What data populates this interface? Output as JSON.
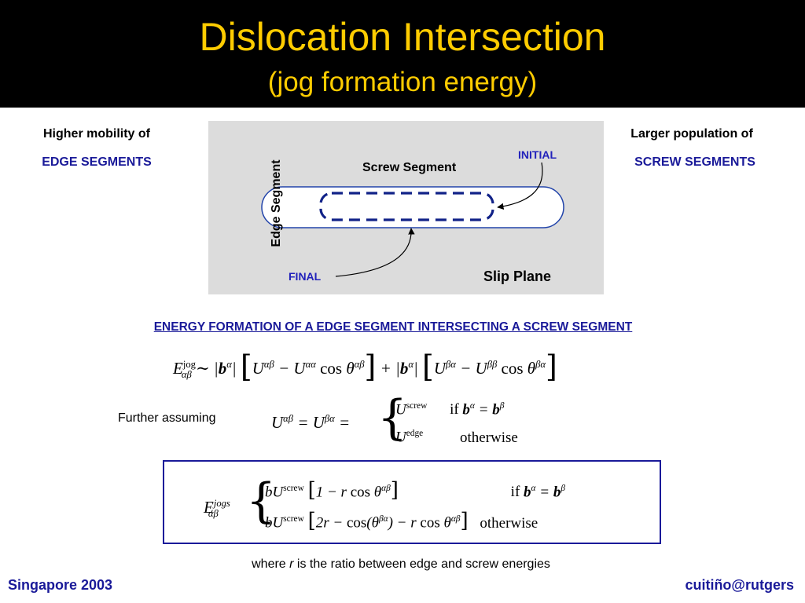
{
  "header": {
    "title": "Dislocation Intersection",
    "subtitle": "(jog formation energy)"
  },
  "left_note": {
    "line1": "Higher mobility of",
    "line2": "EDGE  SEGMENTS"
  },
  "right_note": {
    "line1": "Larger population of",
    "line2": "SCREW  SEGMENTS"
  },
  "diagram": {
    "edge_label": "Edge Segment",
    "screw_label": "Screw Segment",
    "initial_label": "INITIAL",
    "final_label": "FINAL",
    "plane_label": "Slip Plane"
  },
  "section_heading": "ENERGY FORMATION OF A EDGE SEGMENT INTERSECTING A SCREW SEGMENT",
  "further": "Further assuming",
  "footnote": {
    "pre": "where ",
    "var": "r",
    "post": " is the ratio between edge and screw energies"
  },
  "footer": {
    "left": "Singapore 2003",
    "right": "cuitiño@rutgers"
  },
  "colors": {
    "title": "#ffcc00",
    "footer": "#1a1a99",
    "accent_blue": "#2222bb",
    "diagram_bg": "#dcdcdc"
  }
}
